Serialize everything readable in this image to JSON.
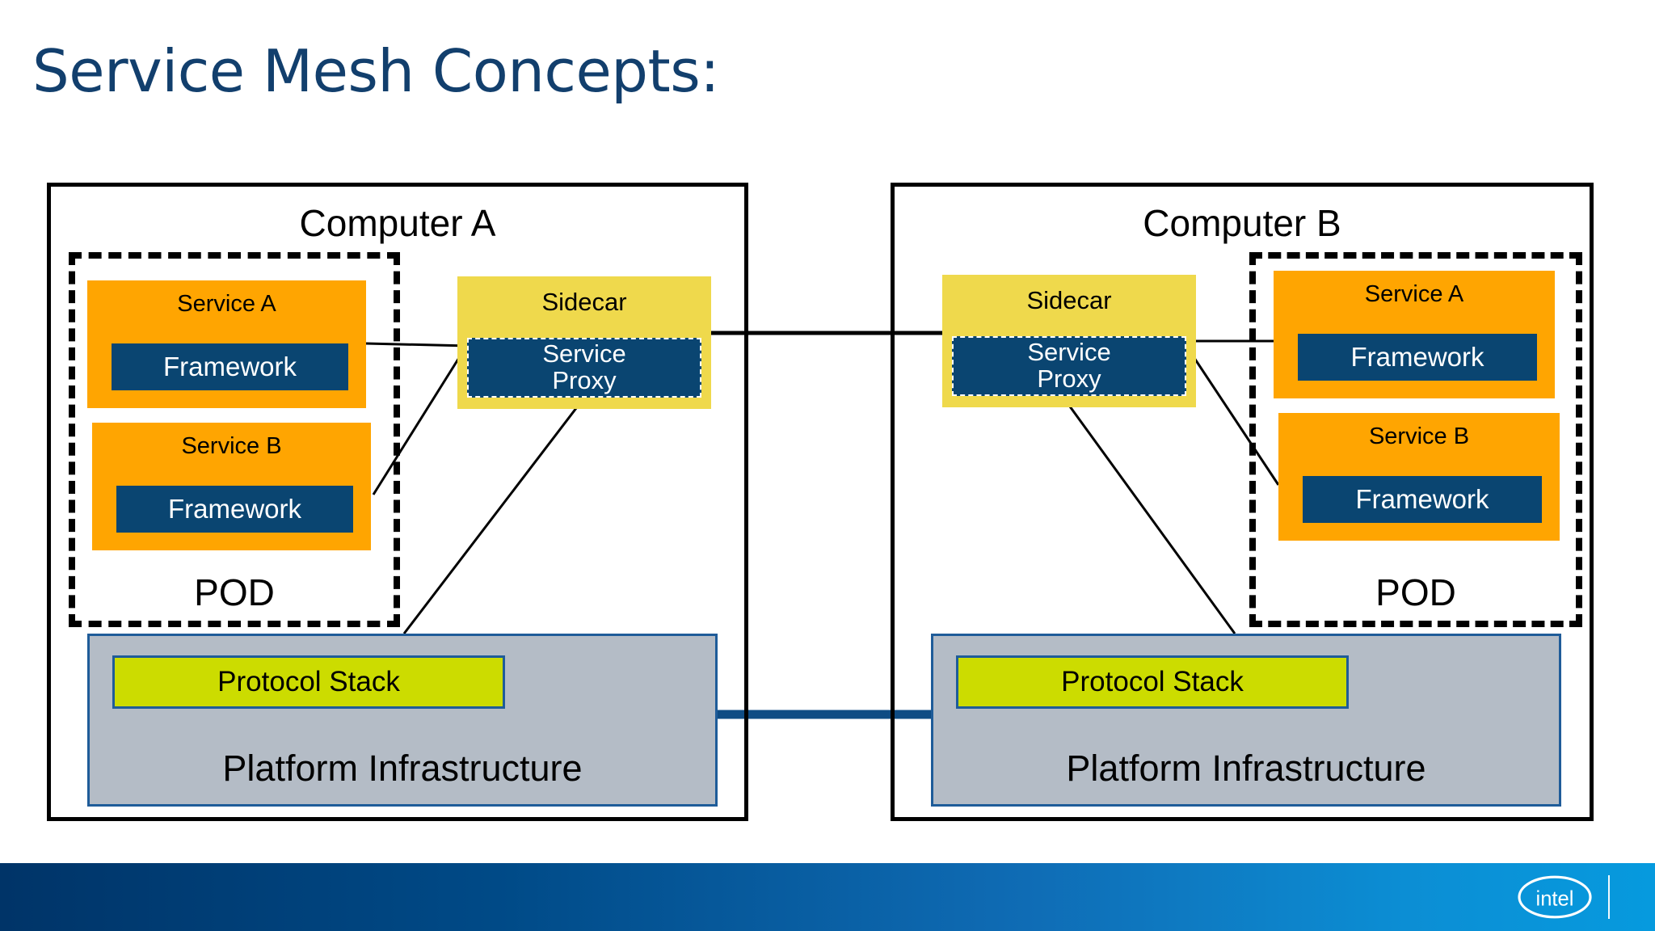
{
  "slide": {
    "title": "Service Mesh Concepts:"
  },
  "colors": {
    "title_blue": "#123f6d",
    "service_orange": "#FFA501",
    "framework_navy": "#0A4571",
    "sidecar_yellow": "#EFD94C",
    "protocol_green": "#CCDC00",
    "platform_gray": "#B4BCC6",
    "platform_border_blue": "#1F5C99",
    "footer_gradient_start": "#003468",
    "footer_gradient_end": "#069ade",
    "outline_black": "#000000"
  },
  "computers": [
    {
      "id": "a",
      "title": "Computer A",
      "pod": {
        "label": "POD",
        "services": [
          {
            "name": "Service A",
            "component": "Framework"
          },
          {
            "name": "Service B",
            "component": "Framework"
          }
        ]
      },
      "sidecar": {
        "title": "Sidecar",
        "proxy_line1": "Service",
        "proxy_line2": "Proxy"
      },
      "platform": {
        "label": "Platform Infrastructure",
        "protocol_stack": "Protocol Stack"
      }
    },
    {
      "id": "b",
      "title": "Computer B",
      "pod": {
        "label": "POD",
        "services": [
          {
            "name": "Service A",
            "component": "Framework"
          },
          {
            "name": "Service B",
            "component": "Framework"
          }
        ]
      },
      "sidecar": {
        "title": "Sidecar",
        "proxy_line1": "Service",
        "proxy_line2": "Proxy"
      },
      "platform": {
        "label": "Platform Infrastructure",
        "protocol_stack": "Protocol Stack"
      }
    }
  ],
  "footer": {
    "brand": "intel"
  }
}
